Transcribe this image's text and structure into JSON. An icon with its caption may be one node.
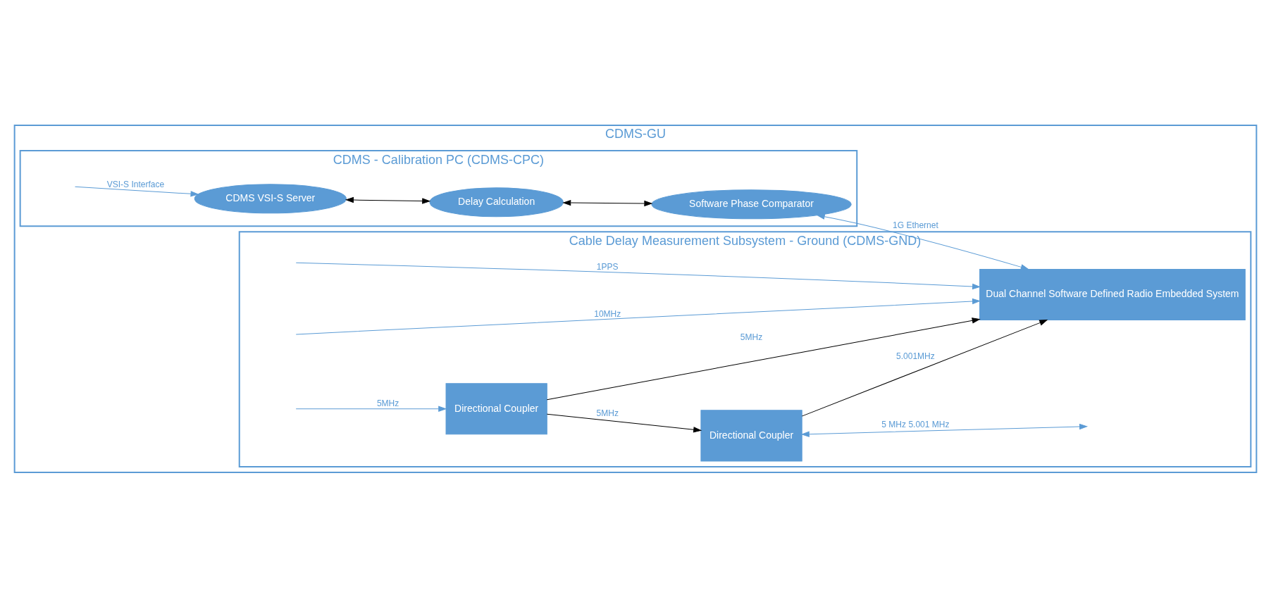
{
  "diagram": {
    "nodes": [
      {
        "text": [
          "CDMS-GU"
        ]
      },
      {
        "text": [
          "CDMS - Calibration PC (CDMS-CPC)"
        ],
        "in": 0
      },
      {
        "text": [
          "CDMS VSI-S Server"
        ],
        "in": 1
      },
      {
        "text": [
          "Delay Calculation"
        ],
        "in": 1
      },
      {
        "text": [
          "Software Phase Comparator"
        ],
        "in": 1
      },
      {
        "text": [
          "Cable Delay Measurement Subsystem - Ground (CDMS-GND)"
        ],
        "in": 0
      },
      {
        "text": [
          "Directional Coupler"
        ],
        "in": 5
      },
      {
        "text": [
          "Directional Coupler"
        ],
        "in": 5
      },
      {
        "text": [
          "Dual Channel Software Defined Radio Embedded System"
        ],
        "in": 5
      }
    ],
    "edges": [
      {
        "from": null,
        "to": 2,
        "arrow": "to",
        "label": "VSI-S Interface",
        "color": "#5b9bd5"
      },
      {
        "from": 2,
        "to": 3,
        "arrow": "both",
        "color": "#000000"
      },
      {
        "from": 3,
        "to": 4,
        "arrow": "both",
        "color": "#000000"
      },
      {
        "from": null,
        "to": 6,
        "arrow": "to",
        "label": "5MHz",
        "color": "#5b9bd5"
      },
      {
        "from": 6,
        "to": 7,
        "arrow": "to",
        "label": "5MHz",
        "color": "#000000"
      },
      {
        "from": 7,
        "to": null,
        "arrow": "both",
        "label": "5 MHz 5.001 MHz",
        "color": "#5b9bd5"
      },
      {
        "from": 7,
        "to": 8,
        "arrow": "to",
        "label": "5.001MHz",
        "color": "#000000"
      },
      {
        "from": 6,
        "to": 8,
        "arrow": "to",
        "label": "5MHz",
        "color": "#000000"
      },
      {
        "from": null,
        "to": 8,
        "arrow": "to",
        "label": "10MHz",
        "color": "#5b9bd5"
      },
      {
        "from": null,
        "to": 8,
        "arrow": "to",
        "label": "1PPS",
        "color": "#5b9bd5"
      },
      {
        "from": 4,
        "to": 8,
        "arrow": "both",
        "label": "1G Ethernet",
        "color": "#5b9bd5"
      }
    ]
  }
}
